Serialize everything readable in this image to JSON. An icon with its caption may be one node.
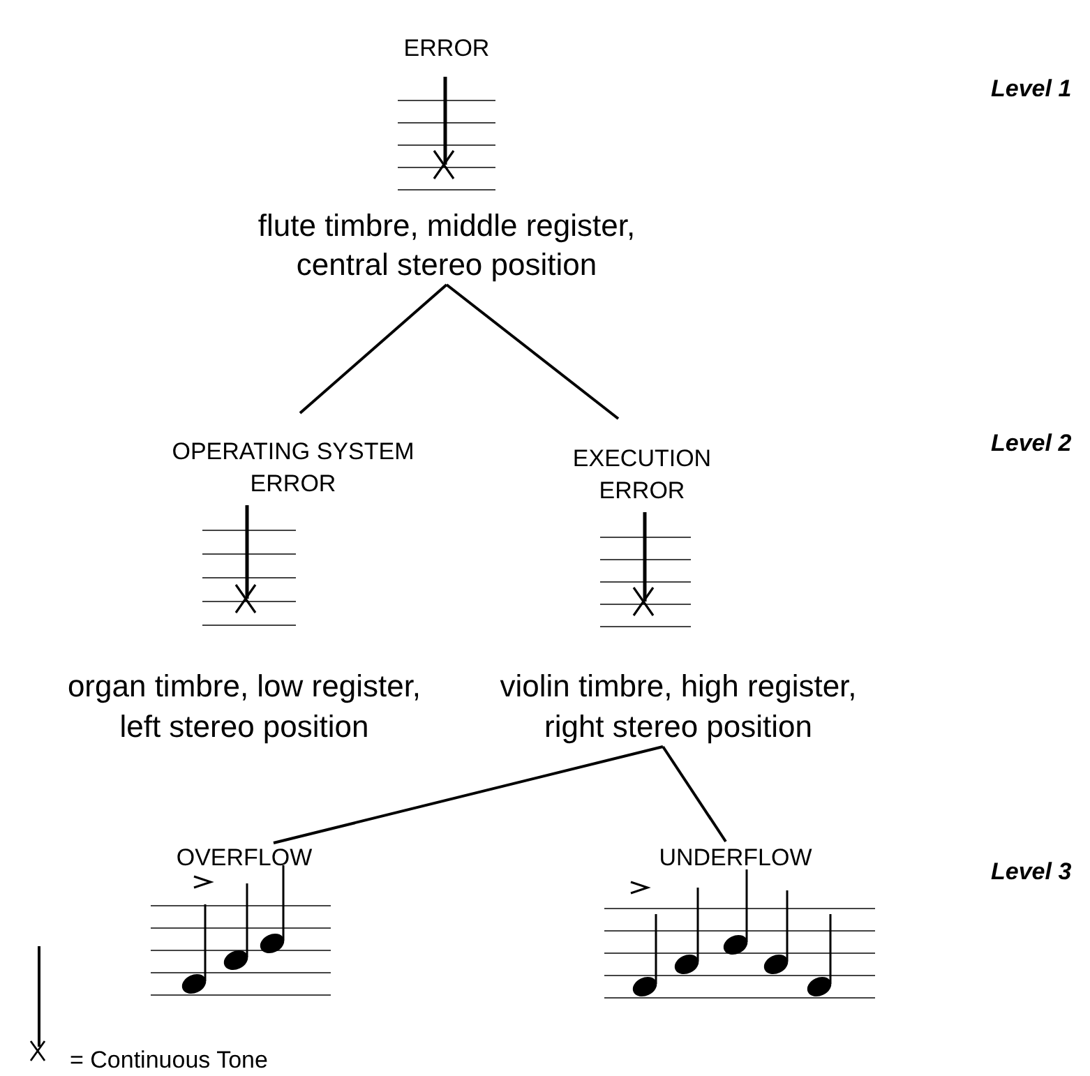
{
  "diagram": {
    "nodes": [
      {
        "text": [
          "ERROR",
          "flute timbre, middle register, central stereo position"
        ]
      },
      {
        "text": [
          "OPERATING SYSTEM ERROR",
          "organ timbre, low register, left stereo position"
        ]
      },
      {
        "text": [
          "EXECUTION ERROR",
          "violin timbre, high register, right stereo position"
        ]
      },
      {
        "text": [
          "OVERFLOW"
        ]
      },
      {
        "text": [
          "UNDERFLOW"
        ]
      }
    ],
    "edges": [
      {
        "from": 0,
        "to": 1,
        "arrow": "none"
      },
      {
        "from": 0,
        "to": 2,
        "arrow": "none"
      },
      {
        "from": 2,
        "to": 3,
        "arrow": "none"
      },
      {
        "from": 2,
        "to": 4,
        "arrow": "none"
      }
    ],
    "labels": [
      "Level 1",
      "Level 2",
      "Level 3"
    ],
    "legend": [
      {
        "text": "= Continuous Tone"
      }
    ]
  }
}
